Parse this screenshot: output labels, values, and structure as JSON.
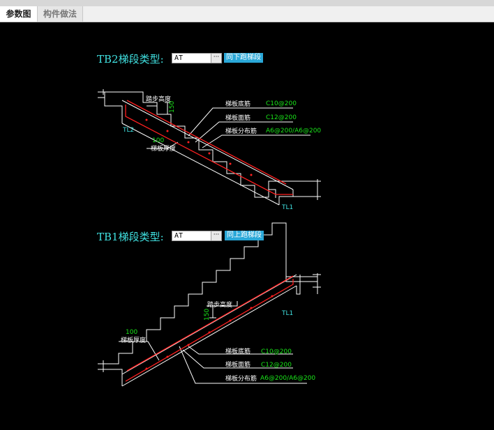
{
  "tabs": {
    "param_diagram": "参数图",
    "component_method": "构件做法"
  },
  "tb2": {
    "label": "TB2梯段类型:",
    "type_value": "AT",
    "link_button": "同下跑梯段",
    "step_height": "踏步高度",
    "step_dim": "150",
    "bottom_rebar_label": "梯板底筋",
    "bottom_rebar_value": "C10@200",
    "top_rebar_label": "梯板面筋",
    "top_rebar_value": "C12@200",
    "dist_rebar_label": "梯板分布筋",
    "dist_rebar_value": "A6@200/A6@200",
    "thickness_dim": "100",
    "thickness_label": "梯板厚度",
    "beam_left": "TL2",
    "beam_right": "TL1"
  },
  "tb1": {
    "label": "TB1梯段类型:",
    "type_value": "AT",
    "link_button": "同上跑梯段",
    "step_height": "踏步高度",
    "step_dim": "150",
    "thickness_dim": "100",
    "thickness_label": "梯板厚度",
    "bottom_rebar_label": "梯板底筋",
    "bottom_rebar_value": "C10@200",
    "top_rebar_label": "梯板面筋",
    "top_rebar_value": "C12@200",
    "dist_rebar_label": "梯板分布筋",
    "dist_rebar_value": "A6@200/A6@200",
    "beam_right": "TL1"
  },
  "colors": {
    "background": "#000000",
    "cyan": "#40e0e0",
    "green": "#19e619",
    "rebar": "#ff2020",
    "link_button": "#2aa8d8"
  }
}
